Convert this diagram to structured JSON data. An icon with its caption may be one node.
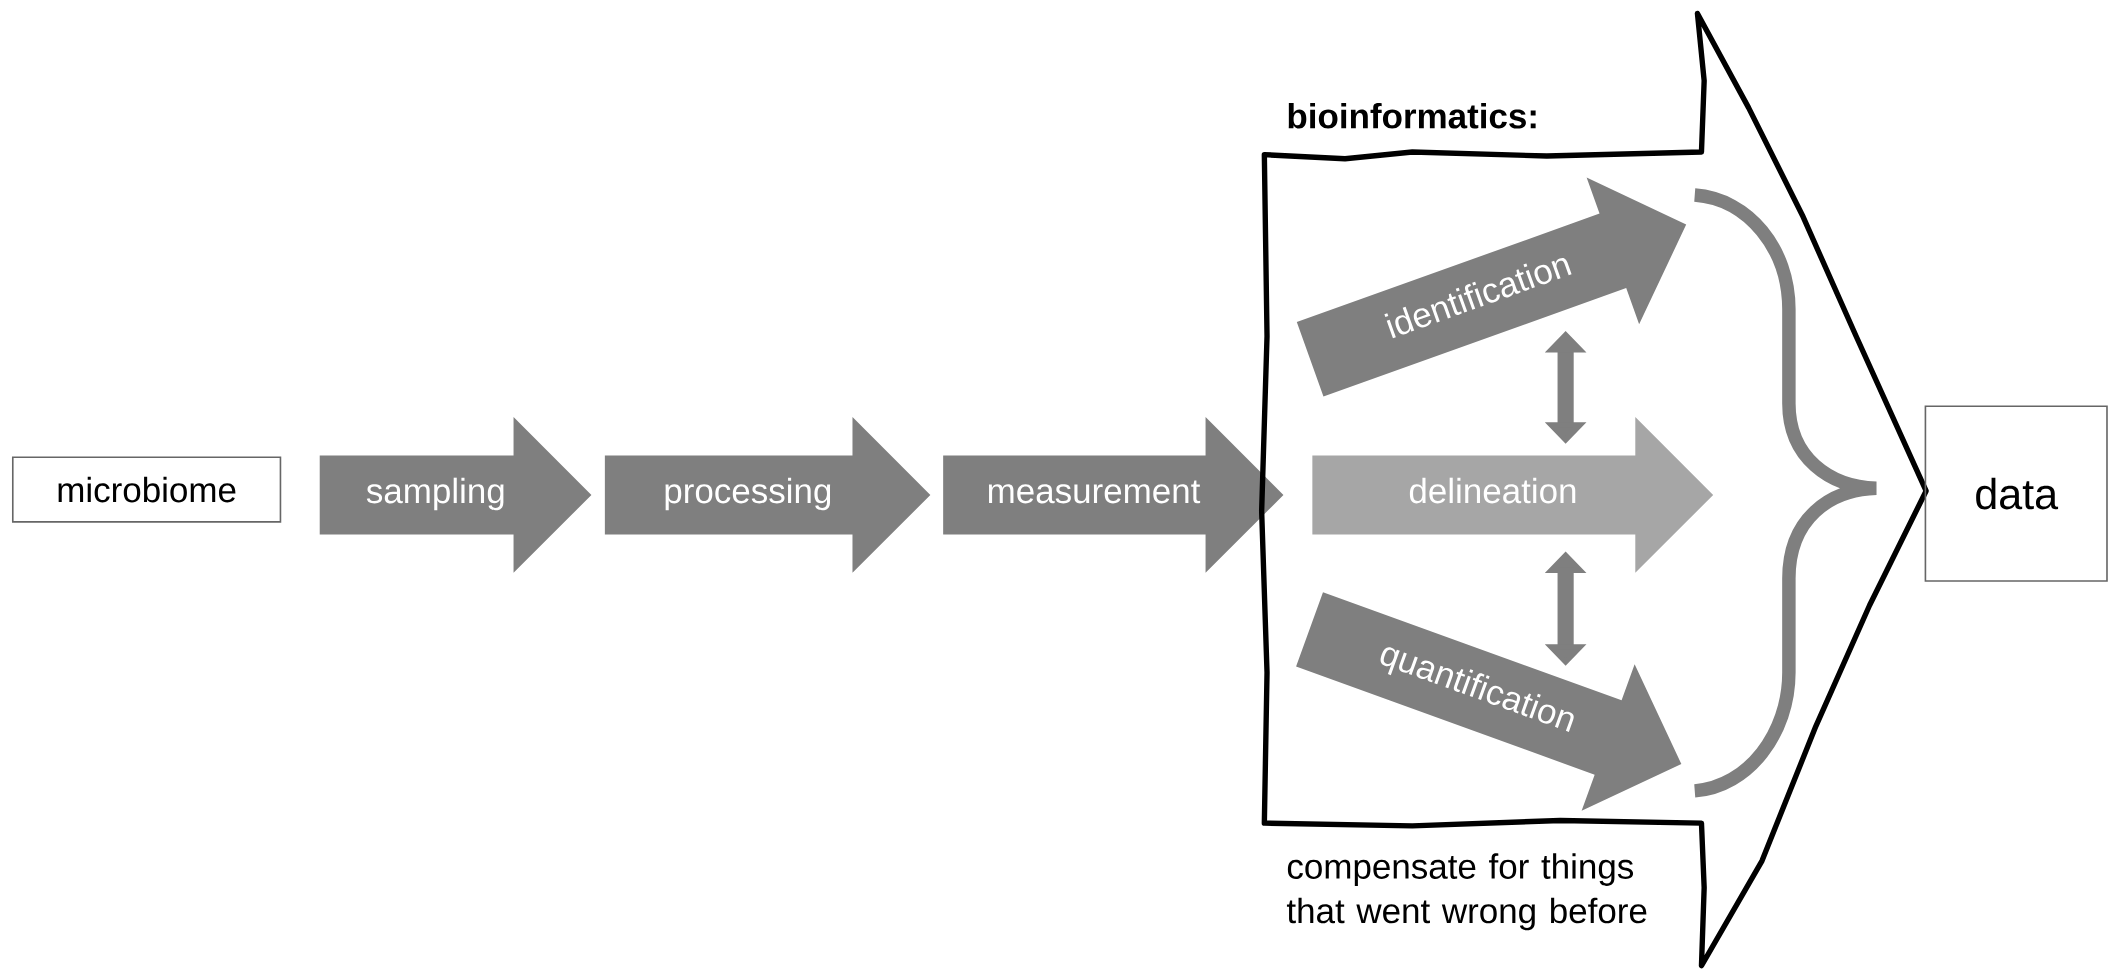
{
  "diagram": {
    "nodes": [
      {
        "text": [
          "microbiome"
        ]
      },
      {
        "text": [
          "sampling"
        ]
      },
      {
        "text": [
          "processing"
        ]
      },
      {
        "text": [
          "measurement"
        ]
      },
      {
        "text": [
          "bioinformatics:",
          "compensate for things that went wrong before"
        ]
      },
      {
        "text": [
          "identification"
        ],
        "in": 4
      },
      {
        "text": [
          "delineation"
        ],
        "in": 4
      },
      {
        "text": [
          "quantification"
        ],
        "in": 4
      },
      {
        "text": [
          "data"
        ]
      }
    ],
    "edges": [
      {
        "from": 5,
        "to": 6,
        "arrow": "both"
      },
      {
        "from": 6,
        "to": 7,
        "arrow": "both"
      }
    ]
  }
}
